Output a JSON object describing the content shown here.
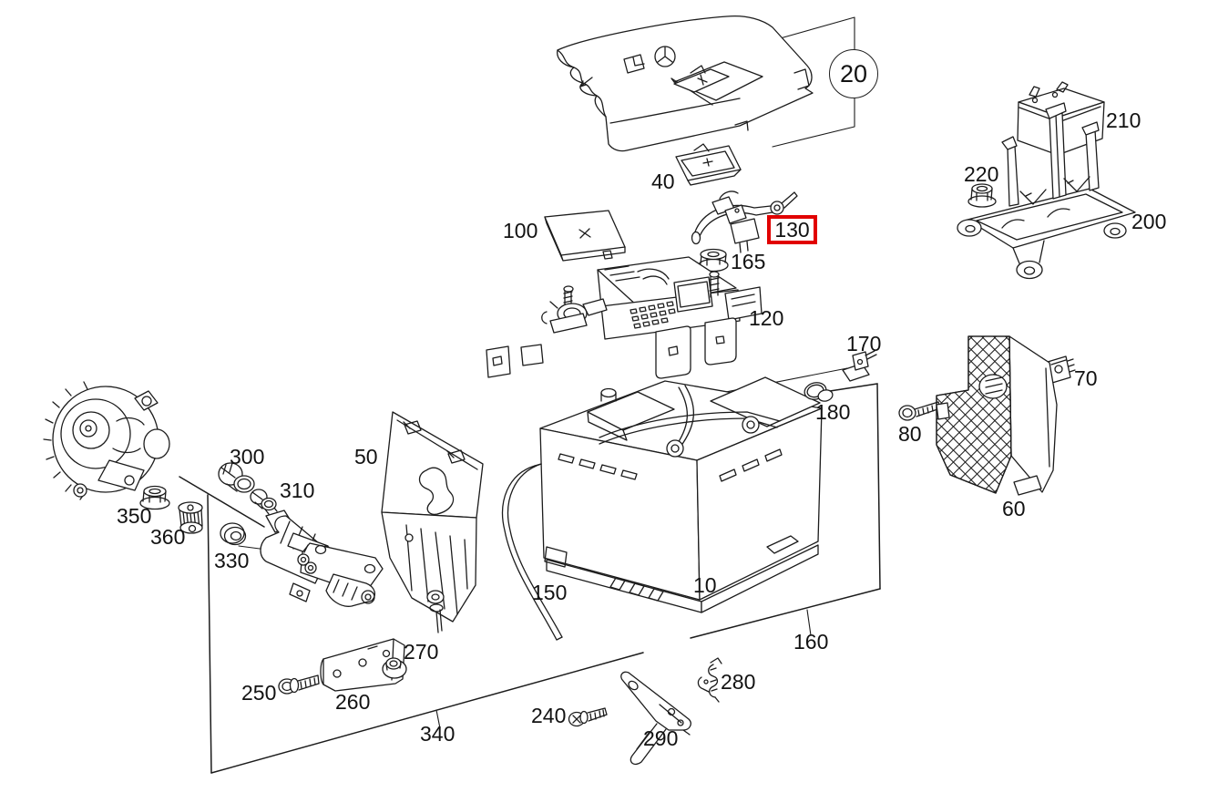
{
  "diagram": {
    "background_color": "#ffffff",
    "line_color": "#1c1c1c",
    "highlight_box_color": "#e10000",
    "highlighted_callout": "130",
    "balloon_callout": "20",
    "callouts": {
      "c10": "10",
      "c20": "20",
      "c40": "40",
      "c50": "50",
      "c60": "60",
      "c70": "70",
      "c80": "80",
      "c100": "100",
      "c120": "120",
      "c130": "130",
      "c150": "150",
      "c160": "160",
      "c165": "165",
      "c170": "170",
      "c180": "180",
      "c200": "200",
      "c210": "210",
      "c220": "220",
      "c240": "240",
      "c250": "250",
      "c260": "260",
      "c270": "270",
      "c280": "280",
      "c290": "290",
      "c300": "300",
      "c310": "310",
      "c330": "330",
      "c340": "340",
      "c350": "350",
      "c360": "360"
    }
  }
}
